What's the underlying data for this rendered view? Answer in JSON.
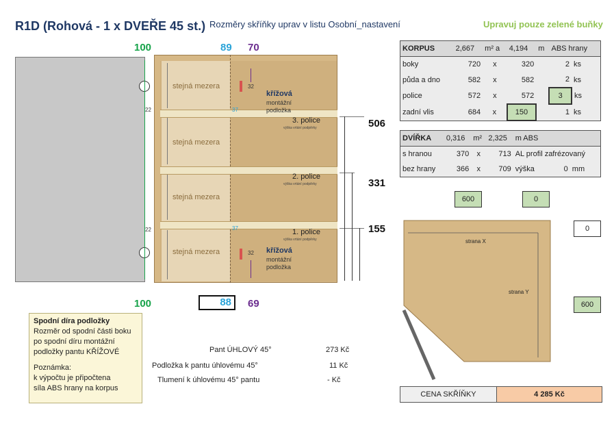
{
  "header": {
    "title": "R1D (Rohová - 1 x DVEŘE 45 st.)",
    "subtitle": "Rozměry skříňky uprav v listu Osobní_nastavení",
    "hint": "Upravuj pouze zelené buňky"
  },
  "drawing": {
    "top_dim_green": "100",
    "top_dim_cyan": "89",
    "top_dim_purple": "70",
    "bottom_dim_green": "100",
    "bottom_dim_cyan": "88",
    "bottom_dim_purple": "69",
    "gap_label": "stejná mezera",
    "edge_22": "22",
    "edge_37": "37",
    "edge_32": "32",
    "krizova": "křížová",
    "montazni": "montážní",
    "podlozka": "podložka",
    "shelf3": "3. police",
    "shelf2": "2. police",
    "shelf1": "1. police",
    "shelf_sub": "výška vrtání podpěrky",
    "side_506": "506",
    "side_331": "331",
    "side_155": "155"
  },
  "korpus": {
    "header": [
      "KORPUS",
      "2,667",
      "m² a",
      "4,194",
      "m",
      "ABS hrany"
    ],
    "rows": [
      {
        "name": "boky",
        "a": "720",
        "x": "x",
        "b": "320",
        "count": "2",
        "unit": "ks"
      },
      {
        "name": "půda a dno",
        "a": "582",
        "x": "x",
        "b": "582",
        "count": "2",
        "unit": "ks"
      },
      {
        "name": "police",
        "a": "572",
        "x": "x",
        "b": "572",
        "count": "3",
        "unit": "ks"
      },
      {
        "name": "zadní vlis",
        "a": "684",
        "x": "x",
        "b": "150",
        "count": "1",
        "unit": "ks"
      }
    ]
  },
  "dvirka": {
    "header": [
      "DVÍŘKA",
      "0,316",
      "m²",
      "2,325",
      "m ABS"
    ],
    "row1": {
      "name": "s hranou",
      "a": "370",
      "x": "x",
      "b": "713",
      "note": "AL profil zafrézovaný"
    },
    "row2": {
      "name": "bez hrany",
      "a": "366",
      "x": "x",
      "b": "709",
      "label": "výška",
      "val": "0",
      "unit": "mm"
    }
  },
  "inputs": {
    "a": "600",
    "b": "0",
    "right_top": "0",
    "right_bottom": "600"
  },
  "corner": {
    "strana_x": "strana X",
    "strana_y": "strana Y"
  },
  "note": {
    "title": "Spodní díra podložky",
    "line1": "Rozměr od spodní části boku",
    "line2": "po spodní díru montážní",
    "line3": "podložky pantu KŘÍŽOVÉ",
    "line4": "Poznámka:",
    "line5": "k výpočtu je připočtena",
    "line6": "síla ABS hrany na korpus"
  },
  "prices": [
    {
      "label": "Pant ÚHLOVÝ 45°",
      "value": "273 Kč"
    },
    {
      "label": "Podložka k pantu  úhlovému 45°",
      "value": "11 Kč"
    },
    {
      "label": "Tlumení k úhlovému 45° pantu",
      "value": "-   Kč"
    }
  ],
  "cena": {
    "label": "CENA SKŘÍŇKY",
    "value": "4 285 Kč"
  },
  "colors": {
    "wood": "#d6b886",
    "green_cell": "#c5deb5",
    "price": "#f8cba6"
  }
}
